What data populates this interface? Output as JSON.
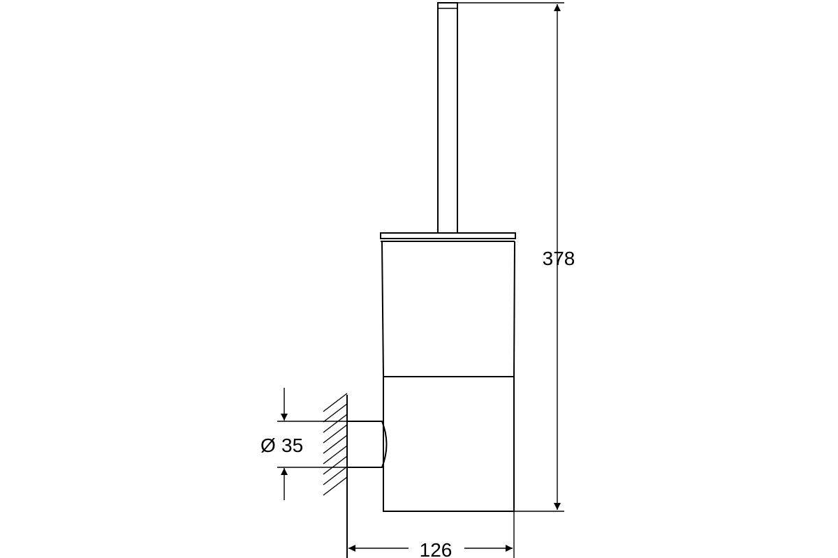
{
  "drawing": {
    "dimensions": {
      "height": "378",
      "width": "126",
      "diameter": "35",
      "diameter_symbol": "Ø"
    }
  }
}
